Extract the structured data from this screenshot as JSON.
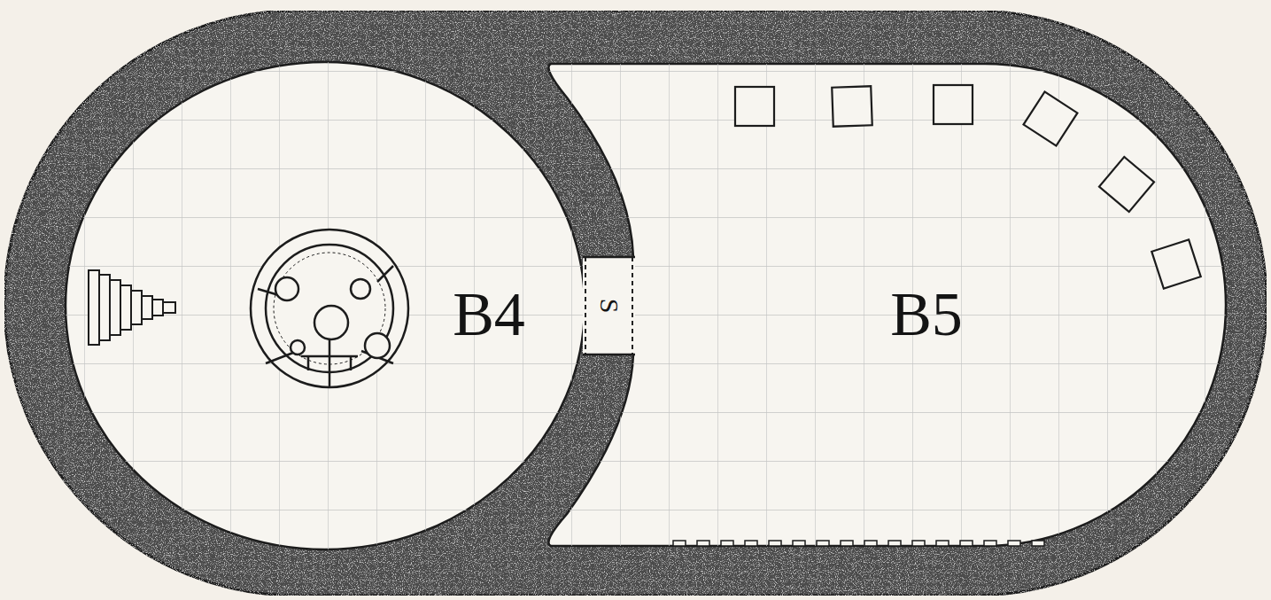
{
  "diagram": {
    "labels": [
      "B4",
      "S",
      "B5"
    ]
  }
}
